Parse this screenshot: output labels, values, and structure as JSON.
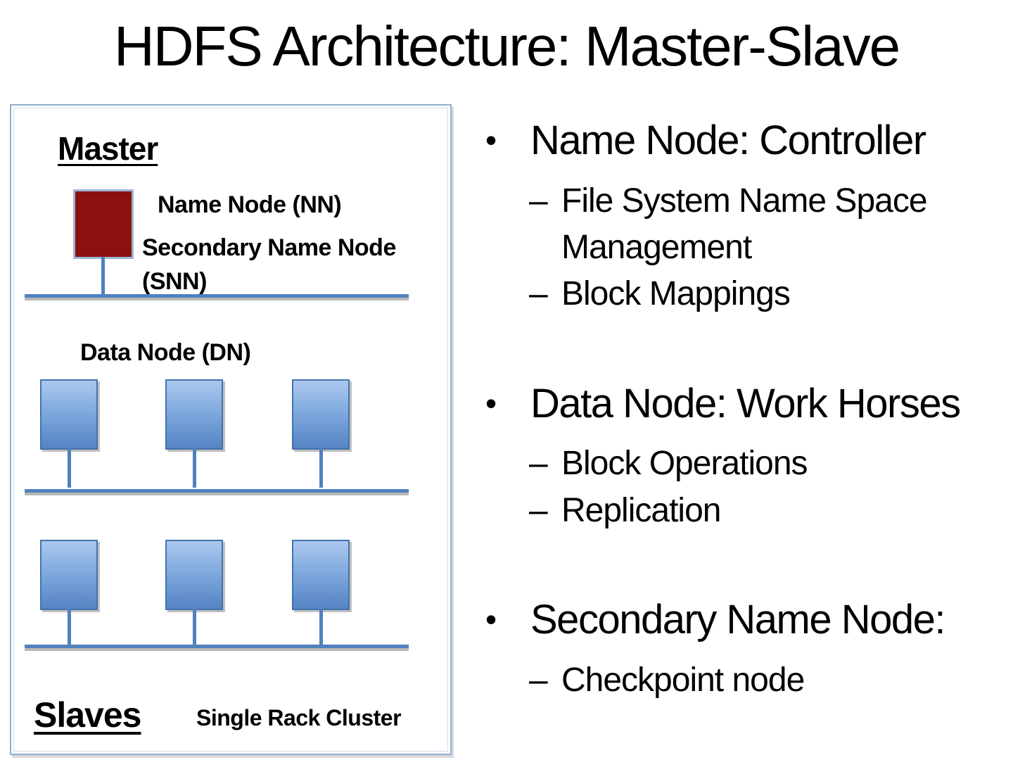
{
  "slide": {
    "title": "HDFS Architecture: Master-Slave"
  },
  "diagram": {
    "master_label": "Master",
    "name_node_label": "Name Node (NN)",
    "secondary_name_node_label": "Secondary Name Node (SNN)",
    "data_node_label": "Data Node (DN)",
    "slaves_label": "Slaves",
    "cluster_label": "Single Rack Cluster",
    "name_node_count": 1,
    "data_node_rows": 2,
    "data_nodes_per_row": 3,
    "bus_line_count": 3,
    "colors": {
      "node_red": "#8b1010",
      "node_blue_top": "#abc8ee",
      "node_blue_bottom": "#5584c4",
      "bus_blue": "#4f81bd",
      "frame_blue": "#8fb0cc"
    }
  },
  "markers": {
    "bullet": "•",
    "sub": "–"
  },
  "bullets": [
    {
      "title": "Name Node: Controller",
      "subs": [
        "File System Name Space Management",
        "Block Mappings"
      ]
    },
    {
      "title": "Data Node: Work Horses",
      "subs": [
        "Block Operations",
        "Replication"
      ]
    },
    {
      "title": "Secondary Name Node:",
      "subs": [
        "Checkpoint node"
      ]
    }
  ]
}
